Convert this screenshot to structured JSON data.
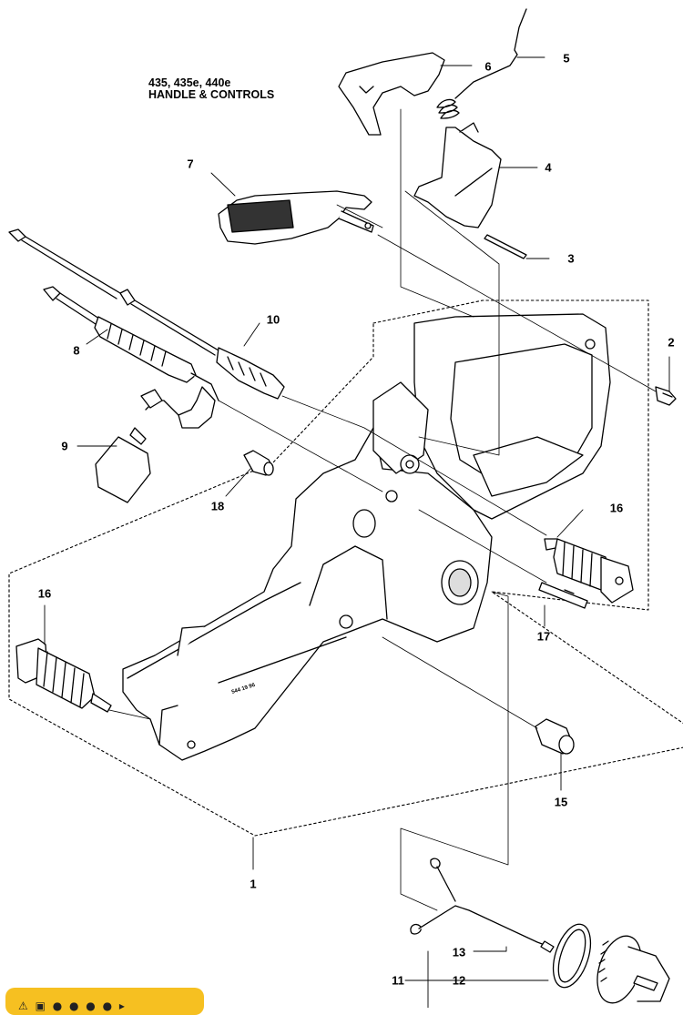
{
  "title": {
    "line1": "435, 435e, 440e",
    "line2": "HANDLE & CONTROLS"
  },
  "part_labels": {
    "p1": "1",
    "p2": "2",
    "p3": "3",
    "p4": "4",
    "p5": "5",
    "p6": "6",
    "p7": "7",
    "p8": "8",
    "p9": "9",
    "p10": "10",
    "p11": "11",
    "p12": "12",
    "p13": "13",
    "p15": "15",
    "p16_left": "16",
    "p16_right": "16",
    "p17": "17",
    "p18": "18"
  },
  "housing_stamp": "544 19 96",
  "badge_icons": "⚠ ▣ ● ● ● ● ▸"
}
